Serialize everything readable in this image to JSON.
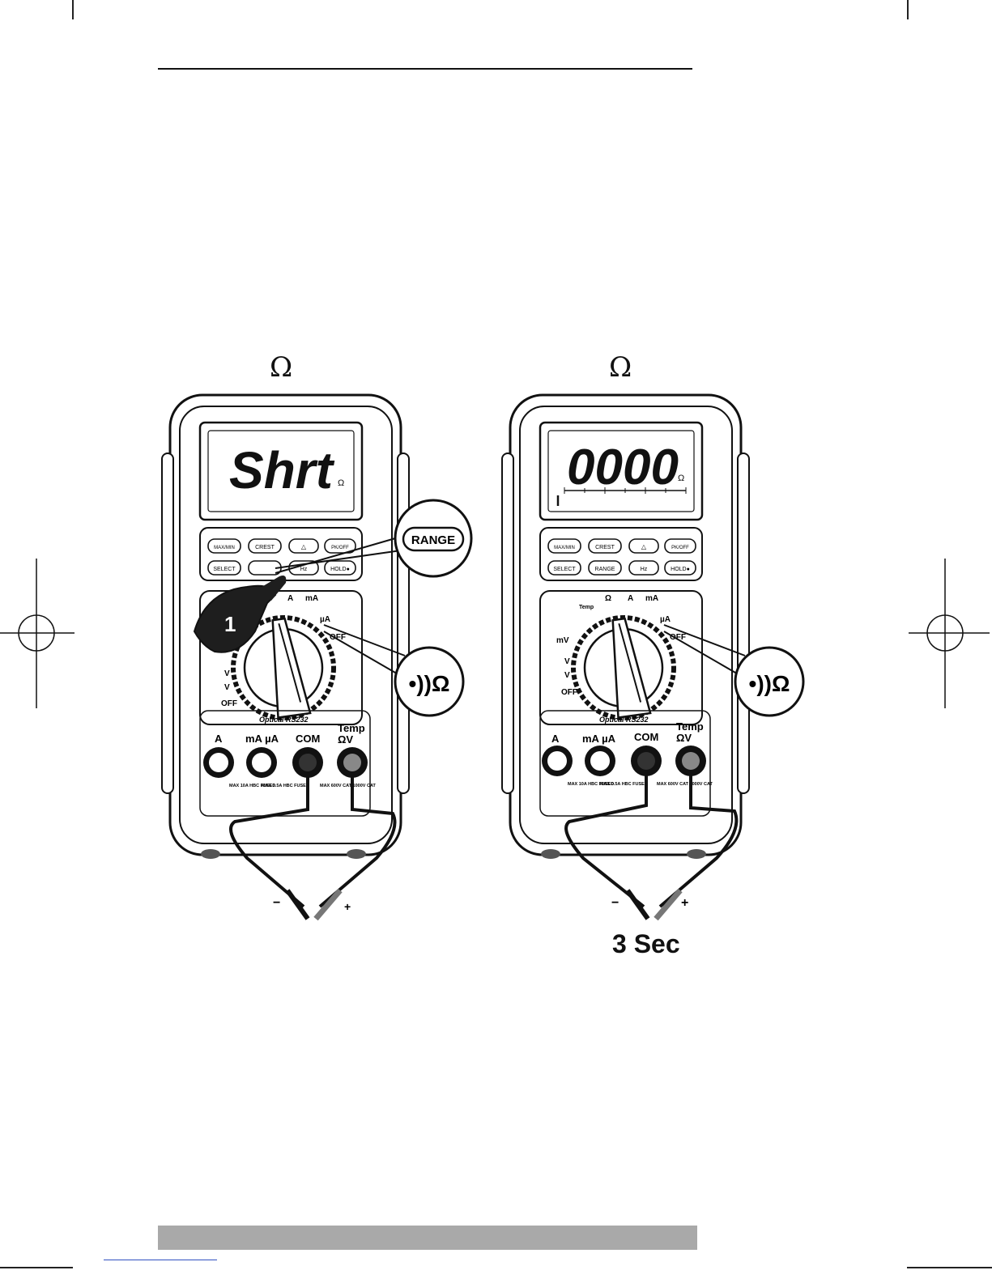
{
  "figures": [
    {
      "title": "Ω",
      "display_text": "Shrt",
      "display_unit": "Ω",
      "callout_range": "RANGE",
      "callout_mode": "•))Ω",
      "step_number": "1",
      "caption": ""
    },
    {
      "title": "Ω",
      "display_text": "0000",
      "display_unit": "Ω",
      "callout_mode": "•))Ω",
      "caption": "3 Sec"
    }
  ],
  "meter_labels": {
    "buttons": [
      "MAX/MIN",
      "CREST",
      "△",
      "PK/OFF",
      "SELECT",
      "RANGE",
      "Hz",
      "HOLD●"
    ],
    "dial": [
      "Ω",
      "A",
      "mA",
      "µA",
      "OFF",
      "mV",
      "V",
      "V",
      "OFF",
      "Temp"
    ],
    "brand": "Optical RS232",
    "jacks": [
      "A",
      "mA µA",
      "COM",
      "Temp",
      "ΩV"
    ],
    "ratings": [
      "MAX 10A HBC FUSED",
      "MAX 0.5A HBC FUSED",
      "MAX 600V CAT 1000V CAT"
    ],
    "probe_polarity": [
      "−",
      "+"
    ]
  }
}
